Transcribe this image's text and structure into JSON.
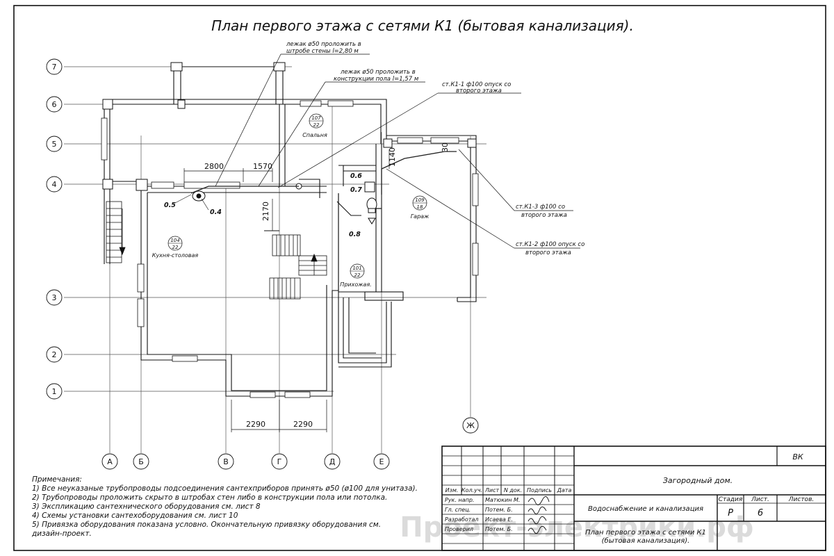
{
  "sheet": {
    "title": "План первого этажа с сетями К1 (бытовая канализация).",
    "watermark": "Проект-электрики.рф"
  },
  "axes": {
    "rows": [
      "7",
      "6",
      "5",
      "4",
      "3",
      "2",
      "1"
    ],
    "cols": [
      "А",
      "Б",
      "В",
      "Г",
      "Д",
      "Е",
      "Ж"
    ]
  },
  "rooms": [
    {
      "num": "107",
      "area": "22",
      "name": "Спальня"
    },
    {
      "num": "109",
      "area": "18",
      "name": "Гараж"
    },
    {
      "num": "104",
      "area": "22",
      "name": "Кухня-столовая"
    },
    {
      "num": "101",
      "area": "22",
      "name": "Прихожая."
    }
  ],
  "leaders": [
    {
      "line1": "лежак ø50 проложить в",
      "line2": "штробе стены l=2,80 м"
    },
    {
      "line1": "лежак ø50 проложить в",
      "line2": "конструкции пола l=1,57 м"
    },
    {
      "line1": "ст.К1-1 ф100 опуск со",
      "line2": "второго этажа"
    },
    {
      "line1": "ст.К1-3 ф100 со",
      "line2": "второго этажа"
    },
    {
      "line1": "ст.К1-2 ф100 опуск со",
      "line2": "второго этажа"
    }
  ],
  "dimensions": {
    "d2800": "2800",
    "d1570": "1570",
    "d2170": "2170",
    "d1140": "1140",
    "d30": "30",
    "d2290a": "2290",
    "d2290b": "2290"
  },
  "fixtures": {
    "f05a": "0.5",
    "f04": "0.4",
    "f06": "0.6",
    "f07": "0.7",
    "f08": "0.8"
  },
  "notes": {
    "heading": "Примечания:",
    "items": [
      "1) Все неуказаные трубопроводы подсоединения сантехприборов принять ø50 (ø100 для унитаза).",
      "2) Трубопроводы проложить скрыто в штробах стен либо в конструкции пола или потолка.",
      "3) Экспликацию сантехнического оборудования см. лист 8",
      "4) Схемы установки сантехоборудования см. лист 10",
      "5) Привязка оборудования показана условно. Окончательную привязку оборудования см.",
      "дизайн-проект."
    ]
  },
  "titleblock": {
    "code": "ВК",
    "project": "Загородный дом.",
    "section": "Водоснабжение и канализация",
    "sheet_title_1": "План первого этажа с сетями К1",
    "sheet_title_2": "(бытовая канализация).",
    "col_headers": [
      "Изм.",
      "Кол.уч.",
      "Лист",
      "N док.",
      "Подпись",
      "Дата"
    ],
    "roles": [
      {
        "role": "Рук. напр.",
        "name": "Матюкин М."
      },
      {
        "role": "Гл. спец.",
        "name": "Потем. Б."
      },
      {
        "role": "Разработал",
        "name": "Исаева Е."
      },
      {
        "role": "Проверил",
        "name": "Потем. Б."
      }
    ],
    "stage_label": "Стадия",
    "sheet_label": "Лист.",
    "sheets_label": "Листов.",
    "stage_value": "Р",
    "sheet_value": "6"
  }
}
